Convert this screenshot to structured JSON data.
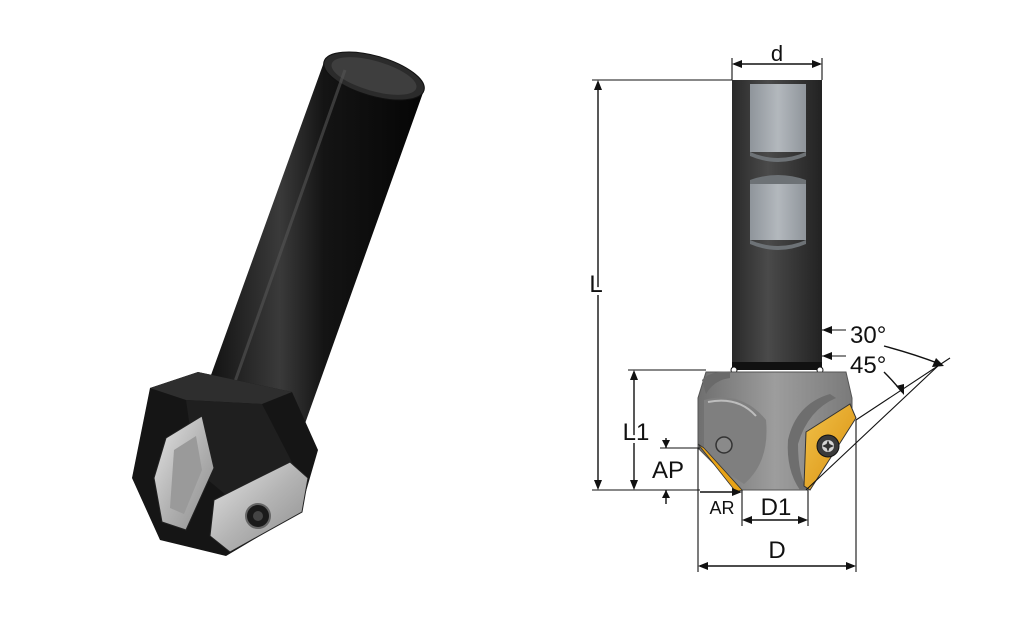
{
  "labels": {
    "d": "d",
    "L": "L",
    "L1": "L1",
    "AP": "AP",
    "AR": "AR",
    "D1": "D1",
    "D": "D",
    "angle30": "30°",
    "angle45": "45°"
  },
  "colors": {
    "shank_dark": "#1c1c1c",
    "body_gray": "#8e8e8e",
    "flat_gray": "#a3a8ad",
    "insert_orange": "#e8a317",
    "insert_silver": "#c9c9c9"
  },
  "icons": {
    "screw": "torx-screw-icon"
  }
}
